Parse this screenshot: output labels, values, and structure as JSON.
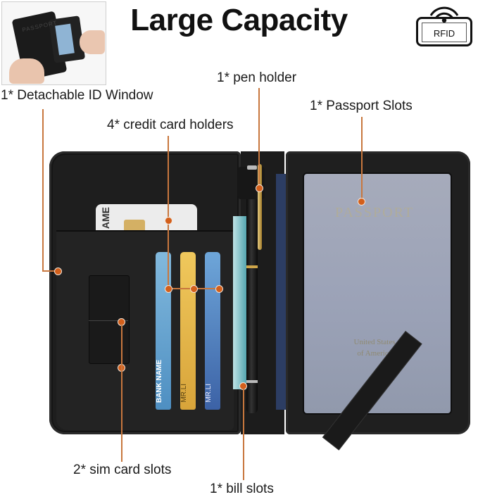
{
  "title": "Large Capacity",
  "badge": {
    "icon": "rfid-icon",
    "label": "RFID"
  },
  "inset_photo": {
    "embossing": "PASSPORT",
    "subject": "detachable-id-window-demo"
  },
  "callouts": [
    {
      "id": "detachable-id-window",
      "label": "1* Detachable ID Window"
    },
    {
      "id": "credit-card-holders",
      "label": "4* credit card holders"
    },
    {
      "id": "pen-holder",
      "label": "1* pen holder"
    },
    {
      "id": "passport-slots",
      "label": "1* Passport Slots"
    },
    {
      "id": "sim-card-slots",
      "label": "2* sim card slots"
    },
    {
      "id": "bill-slots",
      "label": "1* bill slots"
    }
  ],
  "cards": {
    "id_card_text": "AME",
    "credit_card_text": "BANK NAME",
    "card2_text": "MR.LI",
    "card3_text": "MR.LI"
  },
  "passport": {
    "cover_word": "PASSPORT",
    "line1": "United States",
    "line2": "of America"
  },
  "colors": {
    "accent": "#d35f1b",
    "connector": "#c8773e",
    "leather": "#1e1e1e"
  }
}
